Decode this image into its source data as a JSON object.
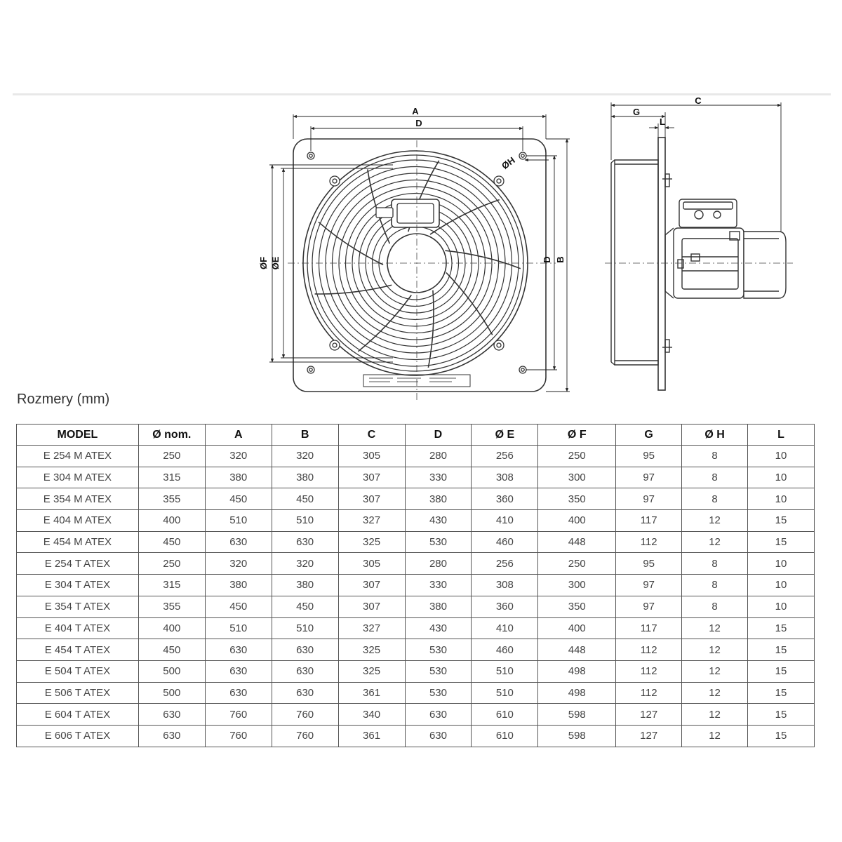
{
  "drawing": {
    "front_labels": {
      "a": "A",
      "d_top": "D",
      "oh": "ØH",
      "of": "ØF",
      "oe": "ØE",
      "d_side": "D",
      "b": "B"
    },
    "side_labels": {
      "c": "C",
      "g": "G",
      "l": "L"
    }
  },
  "caption": "Rozmery (mm)",
  "table": {
    "headers": [
      "MODEL",
      "Ø nom.",
      "A",
      "B",
      "C",
      "D",
      "Ø E",
      "Ø F",
      "G",
      "Ø H",
      "L"
    ],
    "rows": [
      [
        "E 254 M ATEX",
        "250",
        "320",
        "320",
        "305",
        "280",
        "256",
        "250",
        "95",
        "8",
        "10"
      ],
      [
        "E 304 M ATEX",
        "315",
        "380",
        "380",
        "307",
        "330",
        "308",
        "300",
        "97",
        "8",
        "10"
      ],
      [
        "E 354 M ATEX",
        "355",
        "450",
        "450",
        "307",
        "380",
        "360",
        "350",
        "97",
        "8",
        "10"
      ],
      [
        "E 404 M ATEX",
        "400",
        "510",
        "510",
        "327",
        "430",
        "410",
        "400",
        "117",
        "12",
        "15"
      ],
      [
        "E 454 M ATEX",
        "450",
        "630",
        "630",
        "325",
        "530",
        "460",
        "448",
        "112",
        "12",
        "15"
      ],
      [
        "E 254 T ATEX",
        "250",
        "320",
        "320",
        "305",
        "280",
        "256",
        "250",
        "95",
        "8",
        "10"
      ],
      [
        "E 304 T ATEX",
        "315",
        "380",
        "380",
        "307",
        "330",
        "308",
        "300",
        "97",
        "8",
        "10"
      ],
      [
        "E 354 T ATEX",
        "355",
        "450",
        "450",
        "307",
        "380",
        "360",
        "350",
        "97",
        "8",
        "10"
      ],
      [
        "E 404 T ATEX",
        "400",
        "510",
        "510",
        "327",
        "430",
        "410",
        "400",
        "117",
        "12",
        "15"
      ],
      [
        "E 454 T ATEX",
        "450",
        "630",
        "630",
        "325",
        "530",
        "460",
        "448",
        "112",
        "12",
        "15"
      ],
      [
        "E 504 T ATEX",
        "500",
        "630",
        "630",
        "325",
        "530",
        "510",
        "498",
        "112",
        "12",
        "15"
      ],
      [
        "E 506 T ATEX",
        "500",
        "630",
        "630",
        "361",
        "530",
        "510",
        "498",
        "112",
        "12",
        "15"
      ],
      [
        "E 604 T ATEX",
        "630",
        "760",
        "760",
        "340",
        "630",
        "610",
        "598",
        "127",
        "12",
        "15"
      ],
      [
        "E 606 T ATEX",
        "630",
        "760",
        "760",
        "361",
        "630",
        "610",
        "598",
        "127",
        "12",
        "15"
      ]
    ]
  }
}
